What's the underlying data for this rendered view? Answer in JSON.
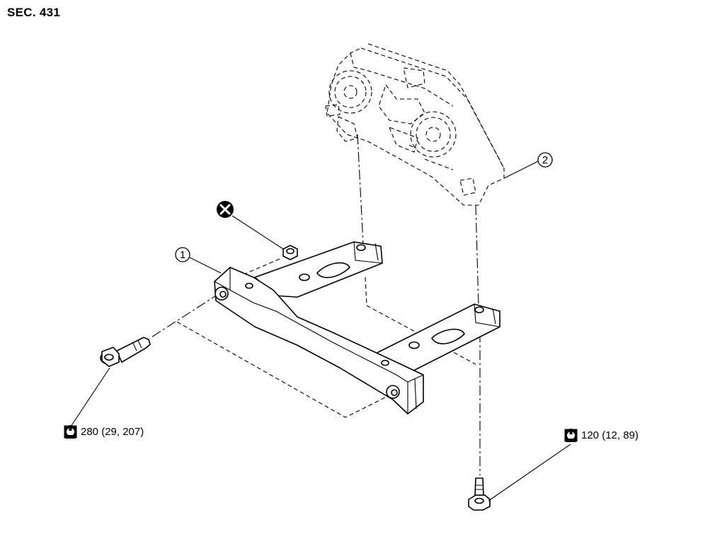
{
  "section": {
    "code": "SEC. 431"
  },
  "callouts": [
    {
      "number": "1"
    },
    {
      "number": "2"
    }
  ],
  "torque_specs": [
    {
      "label": "280 (29, 207)"
    },
    {
      "label": "120 (12, 89)"
    }
  ],
  "icons": {
    "torque": "wrench-icon",
    "replace_part": "x-circle-icon"
  }
}
